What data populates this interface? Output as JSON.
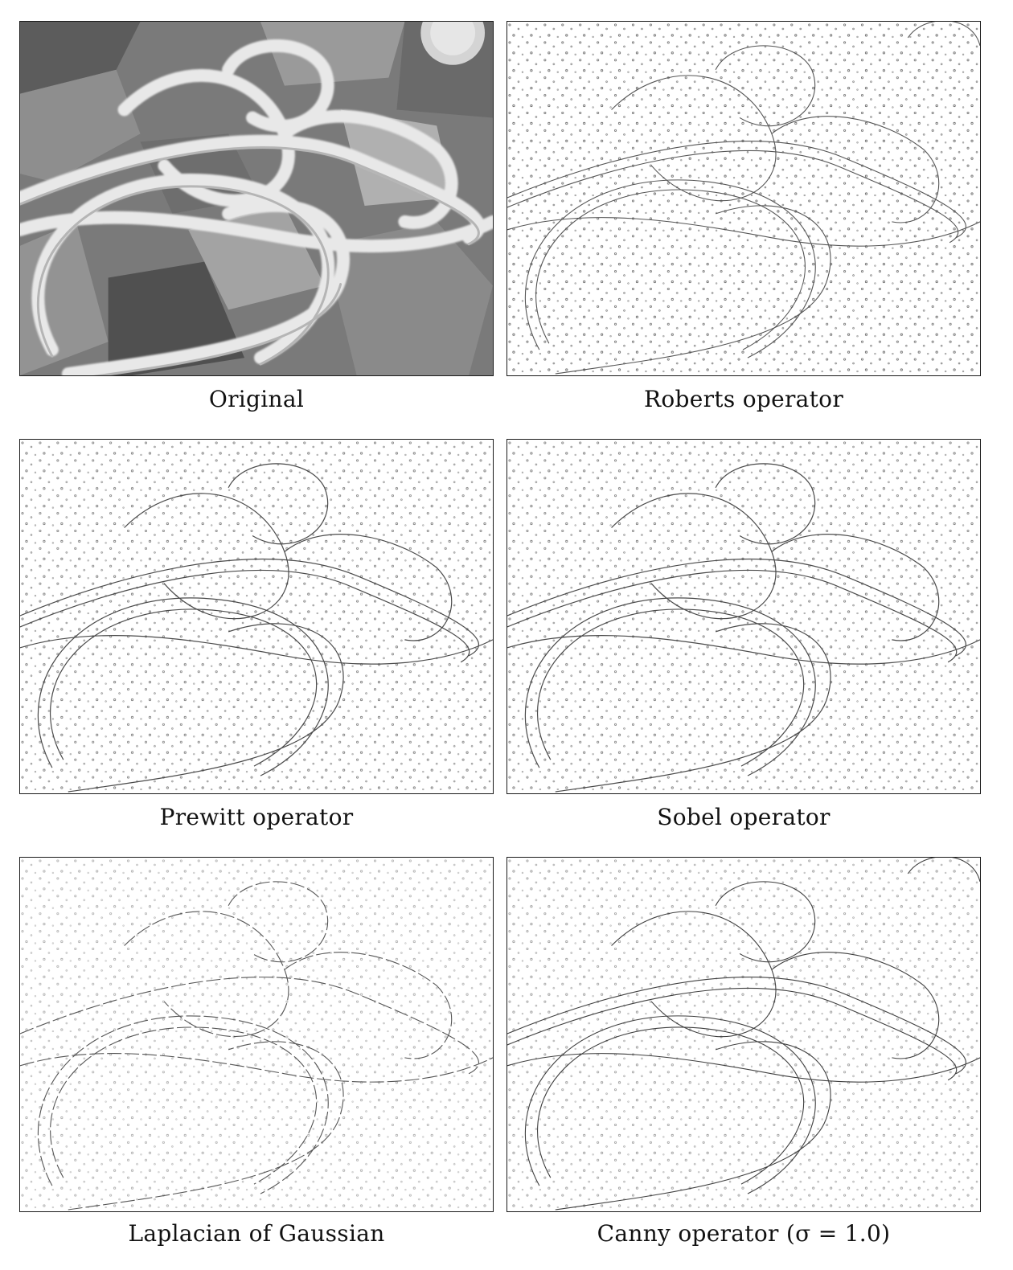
{
  "figure": {
    "panels": [
      {
        "caption": "Original",
        "kind": "photo"
      },
      {
        "caption": "Roberts operator",
        "kind": "edges"
      },
      {
        "caption": "Prewitt operator",
        "kind": "edges"
      },
      {
        "caption": "Sobel operator",
        "kind": "edges"
      },
      {
        "caption": "Laplacian of Gaussian",
        "kind": "edges"
      },
      {
        "caption": "Canny operator (σ = 1.0)",
        "kind": "edges"
      }
    ]
  }
}
